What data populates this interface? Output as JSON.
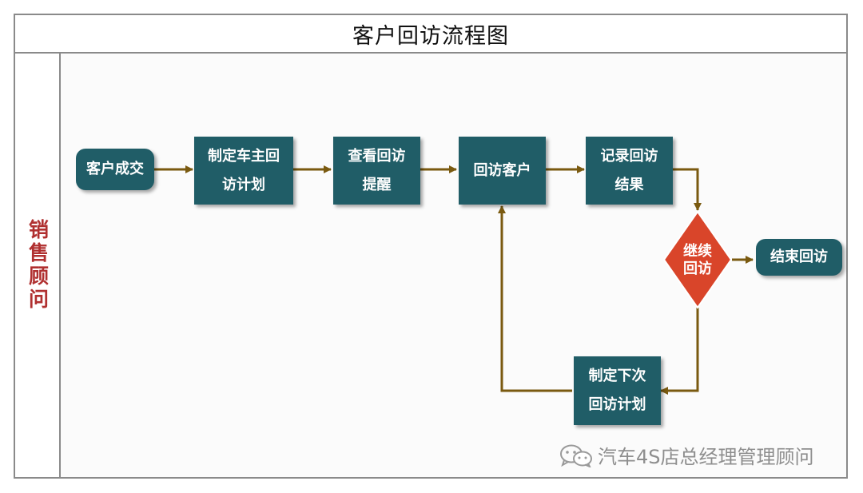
{
  "title": "客户回访流程图",
  "lane": {
    "label": "销售顾问"
  },
  "nodes": {
    "customer_deal": "客户成交",
    "make_owner_plan": "制定车主回\n访计划",
    "check_reminder": "查看回访\n提醒",
    "visit_customer": "回访客户",
    "record_result": "记录回访\n结果",
    "continue_decision": "继续\n回访",
    "end_visit": "结束回访",
    "next_plan": "制定下次\n回访计划"
  },
  "watermark": {
    "text": "汽车4S店总经理管理顾问",
    "icon": "wechat-icon"
  },
  "colors": {
    "node_fill": "#205d67",
    "decision_fill": "#d9452a",
    "arrow": "#7a5a10",
    "lane_text": "#b03030"
  }
}
